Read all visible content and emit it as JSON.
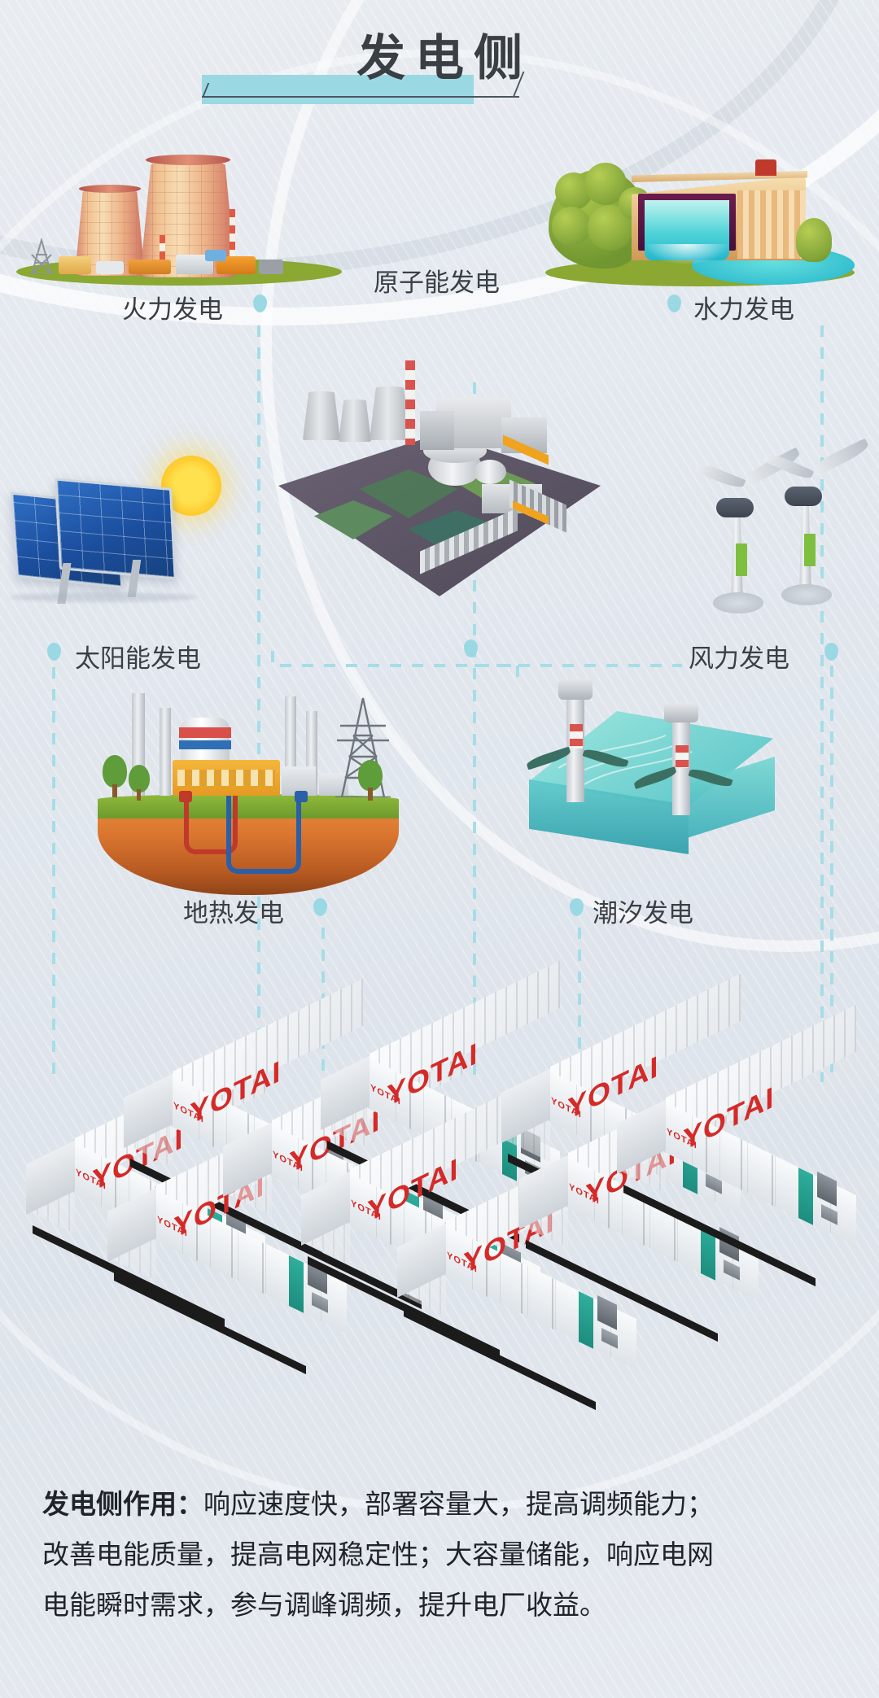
{
  "page": {
    "title": "发电侧",
    "background_color": "#e4e9ef",
    "accent_color": "#9ad9e3",
    "text_color": "#3a3f44"
  },
  "header": {
    "title": "发电侧",
    "banner_color": "#9ad9e3",
    "frame_color": "#4b5560"
  },
  "nodes": [
    {
      "id": "thermal",
      "label": "火力发电",
      "marker": "dot"
    },
    {
      "id": "nuclear",
      "label": "原子能发电",
      "marker": "dot"
    },
    {
      "id": "hydro",
      "label": "水力发电",
      "marker": "dot"
    },
    {
      "id": "solar",
      "label": "太阳能发电",
      "marker": "dot"
    },
    {
      "id": "wind",
      "label": "风力发电",
      "marker": "dot"
    },
    {
      "id": "geothermal",
      "label": "地热发电",
      "marker": "dot"
    },
    {
      "id": "tidal",
      "label": "潮汐发电",
      "marker": "dot"
    }
  ],
  "storage": {
    "brand": "YOTAI",
    "brand_color": "#d42a28",
    "unit_count": 10
  },
  "footer": {
    "heading": "发电侧作用：",
    "body": "响应速度快，部署容量大，提高调频能力；改善电能质量，提高电网稳定性；大容量储能，响应电网电能瞬时需求，参与调峰调频，提升电厂收益。",
    "line1": "发电侧作用：响应速度快，部署容量大，提高调频能力；",
    "line2": "改善电能质量，提高电网稳定性；大容量储能，响应电网",
    "line3": "电能瞬时需求，参与调峰调频，提升电厂收益。"
  }
}
